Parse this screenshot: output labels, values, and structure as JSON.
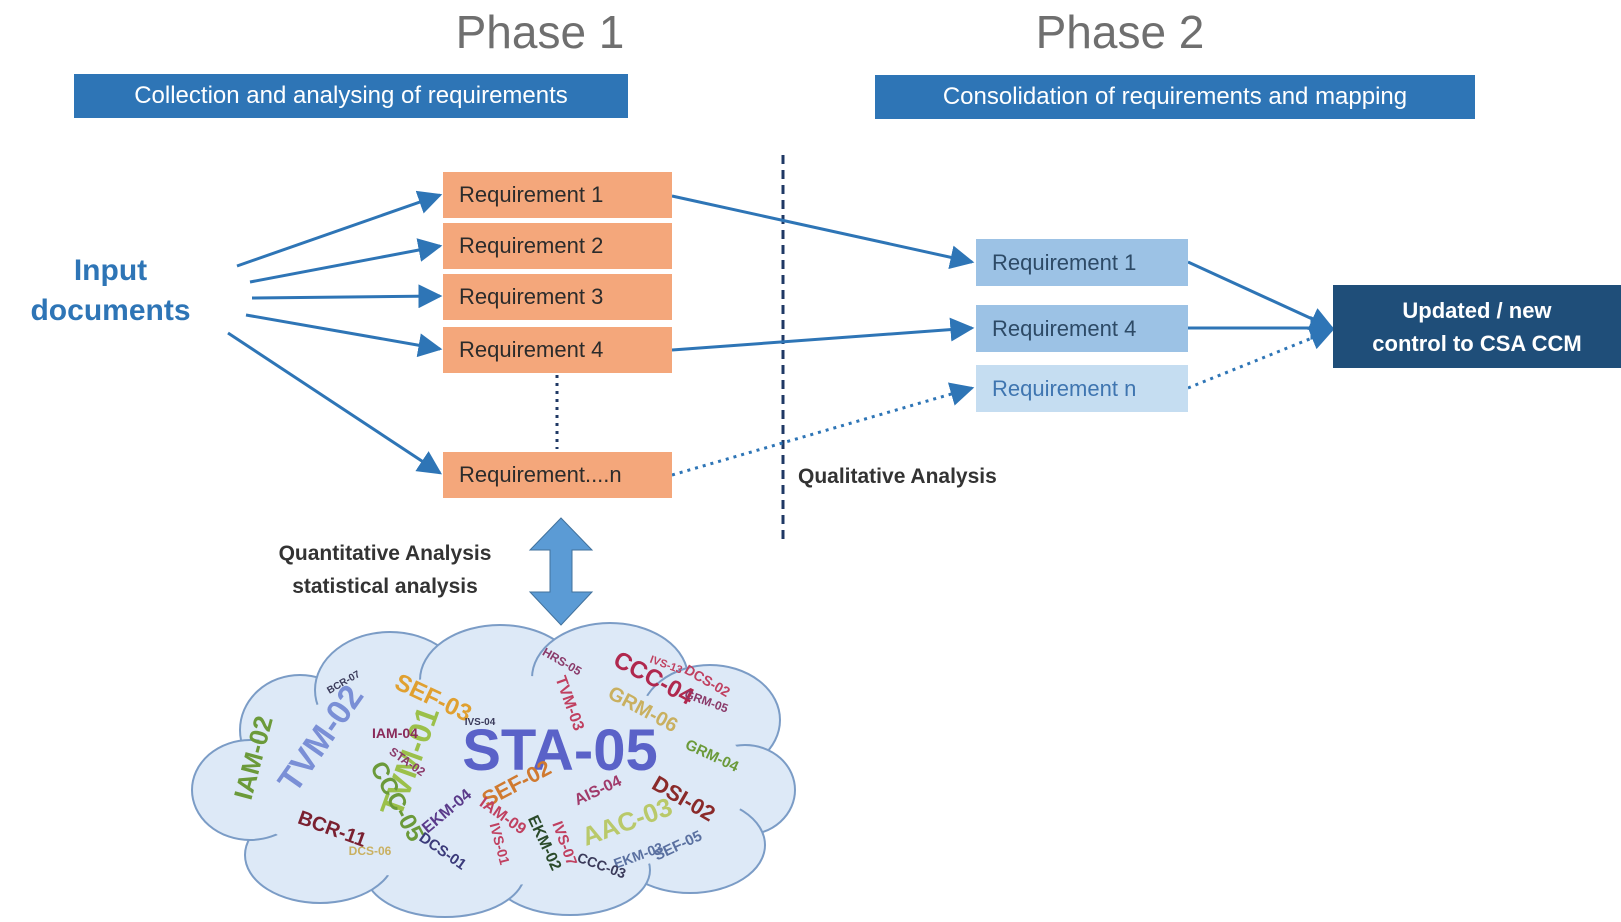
{
  "phase1": {
    "title": "Phase 1",
    "banner": "Collection and analysing of requirements",
    "input_label_line1": "Input",
    "input_label_line2": "documents",
    "requirements": [
      "Requirement 1",
      "Requirement 2",
      "Requirement 3",
      "Requirement 4",
      "Requirement....n"
    ],
    "quantitative_line1": "Quantitative Analysis",
    "quantitative_line2": "statistical analysis"
  },
  "phase2": {
    "title": "Phase 2",
    "banner": "Consolidation of requirements and mapping",
    "requirements": [
      "Requirement 1",
      "Requirement 4",
      "Requirement n"
    ],
    "qualitative": "Qualitative Analysis",
    "output_line1": "Updated / new",
    "output_line2": "control to CSA CCM"
  },
  "colors": {
    "banner": "#2e75b6",
    "requirement_phase1": "#f4a77b",
    "requirement_phase2": "#9cc2e5",
    "requirement_phase2_light": "#c5ddf1",
    "output": "#1f4e79",
    "arrow": "#2e75b6"
  },
  "word_cloud": [
    "STA-05",
    "TVM-02",
    "TVM-01",
    "CCC-04",
    "CCC-05",
    "SEF-03",
    "SEF-02",
    "IAM-02",
    "IAM-04",
    "DSI-02",
    "BCR-11",
    "AAC-03",
    "EKM-02",
    "EKM-03",
    "EKM-04",
    "IAM-09",
    "DCS-01",
    "AIS-04",
    "GRM-04",
    "GRM-06",
    "SEF-05",
    "IVS-07",
    "IVS-01",
    "DCS-02",
    "IVS-13",
    "HRS-05",
    "GRM-05",
    "TVM-03",
    "STA-02",
    "CCC-03",
    "BCR-07",
    "IVS-04",
    "DCS-06"
  ]
}
